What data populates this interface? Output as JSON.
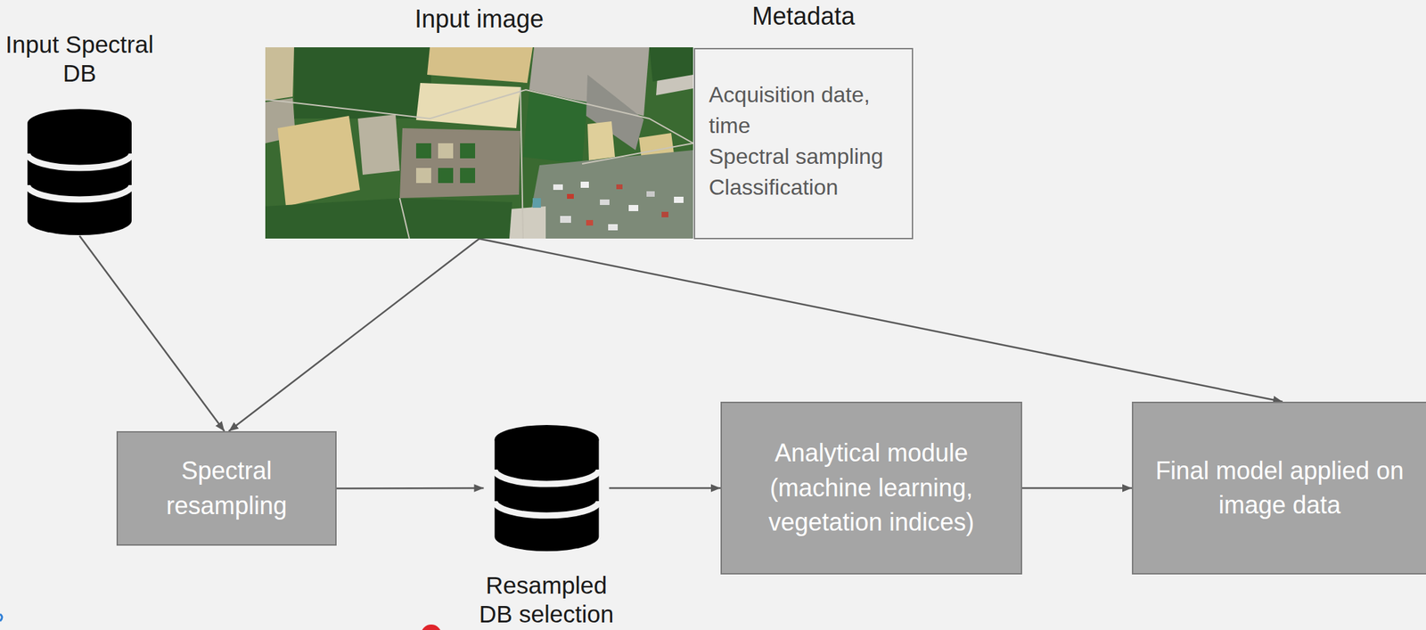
{
  "diagram": {
    "nodes": [
      {
        "text": [
          "Input Spectral DB"
        ]
      },
      {
        "text": [
          "Input image"
        ]
      },
      {
        "text": [
          "Metadata",
          "Acquisition date, time",
          "Spectral sampling",
          "Classification"
        ]
      },
      {
        "text": [
          "Spectral resampling"
        ]
      },
      {
        "text": [
          "Resampled DB selection"
        ]
      },
      {
        "text": [
          "Analytical module (machine learning, vegetation indices)"
        ]
      },
      {
        "text": [
          "Final model applied on image data"
        ]
      }
    ],
    "edges": [
      {
        "from": 0,
        "to": 3,
        "arrow": "to"
      },
      {
        "from": 1,
        "to": 3,
        "arrow": "to"
      },
      {
        "from": 1,
        "to": 6,
        "arrow": "to"
      },
      {
        "from": 3,
        "to": 4,
        "arrow": "to"
      },
      {
        "from": 4,
        "to": 5,
        "arrow": "to"
      },
      {
        "from": 5,
        "to": 6,
        "arrow": "to"
      }
    ]
  }
}
